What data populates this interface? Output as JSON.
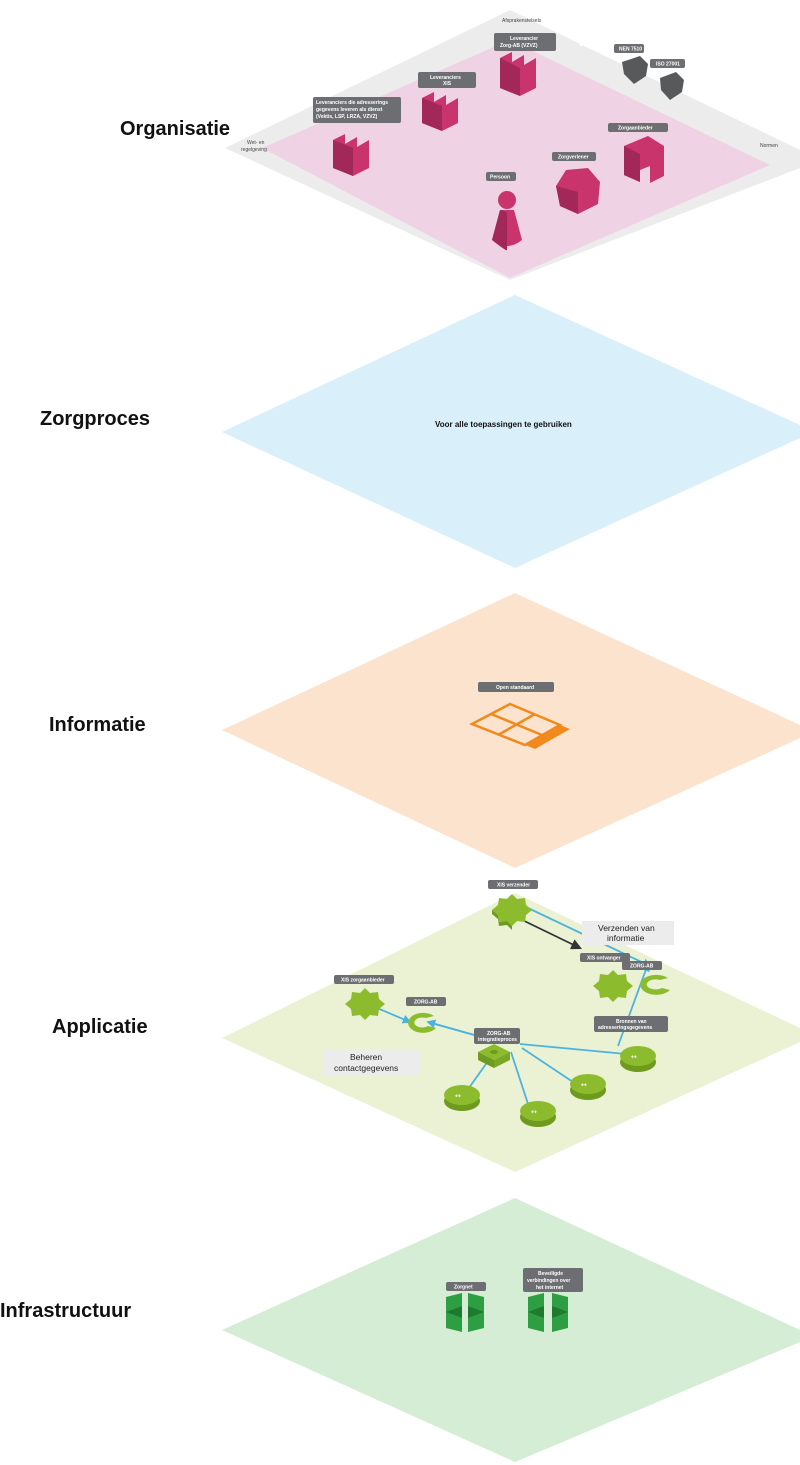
{
  "layers": {
    "organisatie": "Organisatie",
    "zorgproces": "Zorgproces",
    "informatie": "Informatie",
    "applicatie": "Applicatie",
    "infrastructuur": "Infrastructuur"
  },
  "organisatie": {
    "afsprakenstelsels": "Afsprakenstelsels",
    "wet_regelgeving_1": "Wet- en",
    "wet_regelgeving_2": "regelgeving",
    "normen": "Normen",
    "leverancier_zorgab_1": "Leverancier",
    "leverancier_zorgab_2": "Zorg-AB (VZVZ)",
    "leveranciers_xis_1": "Leveranciers",
    "leveranciers_xis_2": "XIS",
    "leveranciers_adres_1": "Leveranciers die adresserings",
    "leveranciers_adres_2": "gegevens leveren als dienst",
    "leveranciers_adres_3": "(Vektis, LSP, LRZA, VZVZ)",
    "nen": "NEN 7510",
    "iso": "ISO 27001",
    "zorgaanbieder": "Zorgaanbieder",
    "zorgverlener": "Zorgverlener",
    "persoon": "Persoon"
  },
  "zorgproces": {
    "text": "Voor alle toepassingen te gebruiken"
  },
  "informatie": {
    "open_standaard": "Open standaard"
  },
  "applicatie": {
    "xis_verzender": "XIS verzender",
    "verzenden_1": "Verzenden van",
    "verzenden_2": "informatie",
    "zorgab_right": "ZORG-AB",
    "xis_ontvanger": "XIS ontvanger",
    "xis_zorgaanbieder": "XIS zorgaanbieder",
    "zorgab_left": "ZORG-AB",
    "integratie_1": "ZORG-AB",
    "integratie_2": "integratieproces",
    "bronnen_1": "Bronnen van",
    "bronnen_2": "adresseringsgegevens",
    "beheren_1": "Beheren",
    "beheren_2": "contactgegevens"
  },
  "infrastructuur": {
    "zorgnet": "Zorgnet",
    "beveiligd_1": "Beveiligde",
    "beveiligd_2": "verbindingen over",
    "beveiligd_3": "het internet"
  },
  "colors": {
    "organisatie_plane": "#efd3e5",
    "zorgproces_plane": "#d9eff9",
    "informatie_plane": "#fce3cd",
    "applicatie_plane": "#eaf2d3",
    "infrastructuur_plane": "#d5ecd5",
    "magenta": "#c8346b",
    "orange": "#f08a1c",
    "lime": "#8cbc2d",
    "green": "#2e9e42",
    "arrow_blue": "#4cb3e0",
    "tag_grey": "#6d6e71"
  }
}
